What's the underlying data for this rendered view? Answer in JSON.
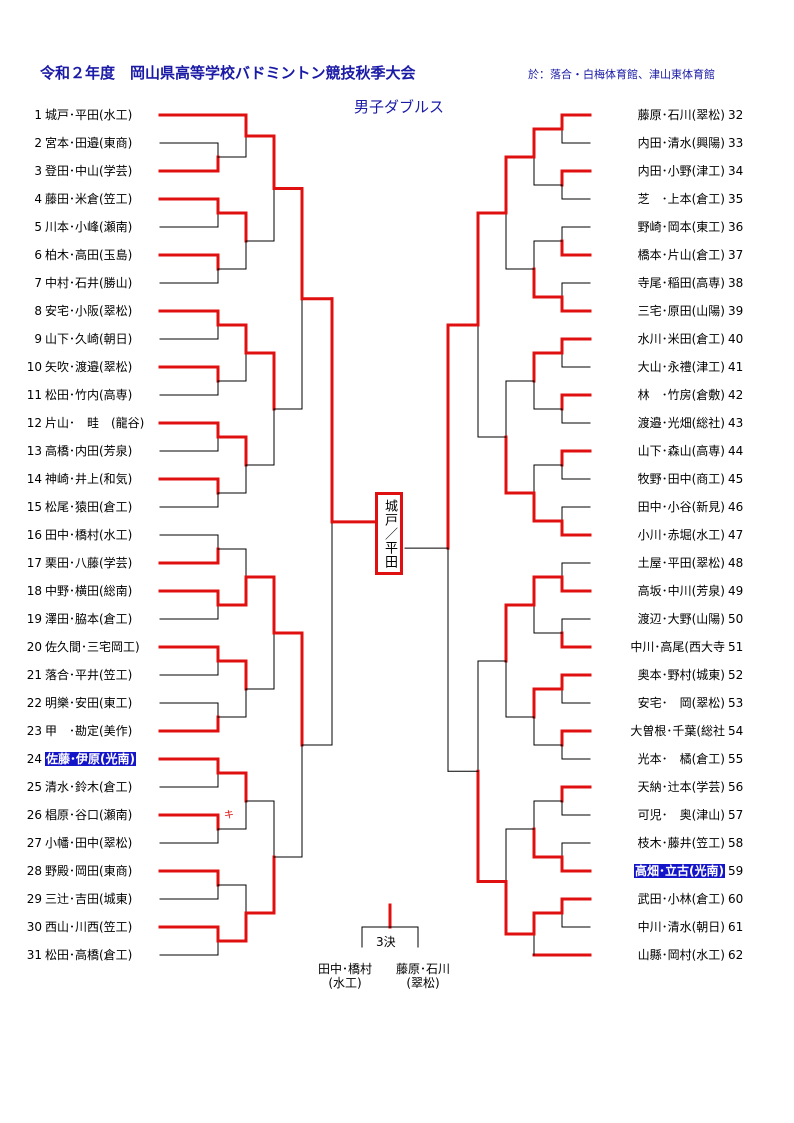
{
  "header": {
    "title": "令和２年度　岡山県高等学校バドミントン競技秋季大会",
    "venue": "於：落合・白梅体育館、津山東体育館",
    "event": "男子ダブルス"
  },
  "left_entries": [
    {
      "num": "1",
      "name": "城戸･平田(水工)"
    },
    {
      "num": "2",
      "name": "宮本･田邉(東商)"
    },
    {
      "num": "3",
      "name": "登田･中山(学芸)"
    },
    {
      "num": "4",
      "name": "藤田･米倉(笠工)"
    },
    {
      "num": "5",
      "name": "川本･小峰(瀬南)"
    },
    {
      "num": "6",
      "name": "柏木･高田(玉島)"
    },
    {
      "num": "7",
      "name": "中村･石井(勝山)"
    },
    {
      "num": "8",
      "name": "安宅･小阪(翠松)"
    },
    {
      "num": "9",
      "name": "山下･久崎(朝日)"
    },
    {
      "num": "10",
      "name": "矢吹･渡邉(翠松)"
    },
    {
      "num": "11",
      "name": "松田･竹内(高専)"
    },
    {
      "num": "12",
      "name": "片山･　畦　(龍谷)"
    },
    {
      "num": "13",
      "name": "高橋･内田(芳泉)"
    },
    {
      "num": "14",
      "name": "神崎･井上(和気)"
    },
    {
      "num": "15",
      "name": "松尾･猿田(倉工)"
    },
    {
      "num": "16",
      "name": "田中･橋村(水工)"
    },
    {
      "num": "17",
      "name": "栗田･八藤(学芸)"
    },
    {
      "num": "18",
      "name": "中野･横田(総南)"
    },
    {
      "num": "19",
      "name": "澤田･脇本(倉工)"
    },
    {
      "num": "20",
      "name": "佐久間･三宅岡工)"
    },
    {
      "num": "21",
      "name": "落合･平井(笠工)"
    },
    {
      "num": "22",
      "name": "明樂･安田(東工)"
    },
    {
      "num": "23",
      "name": "甲　･勘定(美作)"
    },
    {
      "num": "24",
      "name": "佐藤･伊原(光南)"
    },
    {
      "num": "25",
      "name": "清水･鈴木(倉工)"
    },
    {
      "num": "26",
      "name": "椙原･谷口(瀬南)"
    },
    {
      "num": "27",
      "name": "小幡･田中(翠松)"
    },
    {
      "num": "28",
      "name": "野殿･岡田(東商)"
    },
    {
      "num": "29",
      "name": "三辻･吉田(城東)"
    },
    {
      "num": "30",
      "name": "西山･川西(笠工)"
    },
    {
      "num": "31",
      "name": "松田･高橋(倉工)"
    }
  ],
  "right_entries": [
    {
      "num": "32",
      "name": "藤原･石川(翠松)"
    },
    {
      "num": "33",
      "name": "内田･清水(興陽)"
    },
    {
      "num": "34",
      "name": "内田･小野(津工)"
    },
    {
      "num": "35",
      "name": "芝　･上本(倉工)"
    },
    {
      "num": "36",
      "name": "野崎･岡本(東工)"
    },
    {
      "num": "37",
      "name": "橋本･片山(倉工)"
    },
    {
      "num": "38",
      "name": "寺尾･稲田(高専)"
    },
    {
      "num": "39",
      "name": "三宅･原田(山陽)"
    },
    {
      "num": "40",
      "name": "水川･米田(倉工)"
    },
    {
      "num": "41",
      "name": "大山･永禮(津工)"
    },
    {
      "num": "42",
      "name": "林　･竹房(倉敷)"
    },
    {
      "num": "43",
      "name": "渡邉･光畑(総社)"
    },
    {
      "num": "44",
      "name": "山下･森山(高専)"
    },
    {
      "num": "45",
      "name": "牧野･田中(商工)"
    },
    {
      "num": "46",
      "name": "田中･小谷(新見)"
    },
    {
      "num": "47",
      "name": "小川･赤堀(水工)"
    },
    {
      "num": "48",
      "name": "土屋･平田(翠松)"
    },
    {
      "num": "49",
      "name": "高坂･中川(芳泉)"
    },
    {
      "num": "50",
      "name": "渡辺･大野(山陽)"
    },
    {
      "num": "51",
      "name": "中川･高尾(西大寺"
    },
    {
      "num": "52",
      "name": "奥本･野村(城東)"
    },
    {
      "num": "53",
      "name": "安宅･　岡(翠松)"
    },
    {
      "num": "54",
      "name": "大曽根･千葉(総社"
    },
    {
      "num": "55",
      "name": "光本･　橘(倉工)"
    },
    {
      "num": "56",
      "name": "天納･辻本(学芸)"
    },
    {
      "num": "57",
      "name": "可児･　奥(津山)"
    },
    {
      "num": "58",
      "name": "枝木･藤井(笠工)"
    },
    {
      "num": "59",
      "name": "高畑･立古(光南)"
    },
    {
      "num": "60",
      "name": "武田･小林(倉工)"
    },
    {
      "num": "61",
      "name": "中川･清水(朝日)"
    },
    {
      "num": "62",
      "name": "山縣･岡村(水工)"
    }
  ],
  "highlighted": [
    "24",
    "59"
  ],
  "champion": {
    "name": "城戸／平田"
  },
  "third_place": {
    "label": "3決",
    "left_name": "田中･橋村",
    "left_school": "(水工)",
    "right_name": "藤原･石川",
    "right_school": "(翠松)"
  },
  "mark": "キ",
  "colors": {
    "title": "#1a1aa6",
    "win_line": "#e01010",
    "line": "#000000",
    "highlight_bg": "#1414c8"
  }
}
